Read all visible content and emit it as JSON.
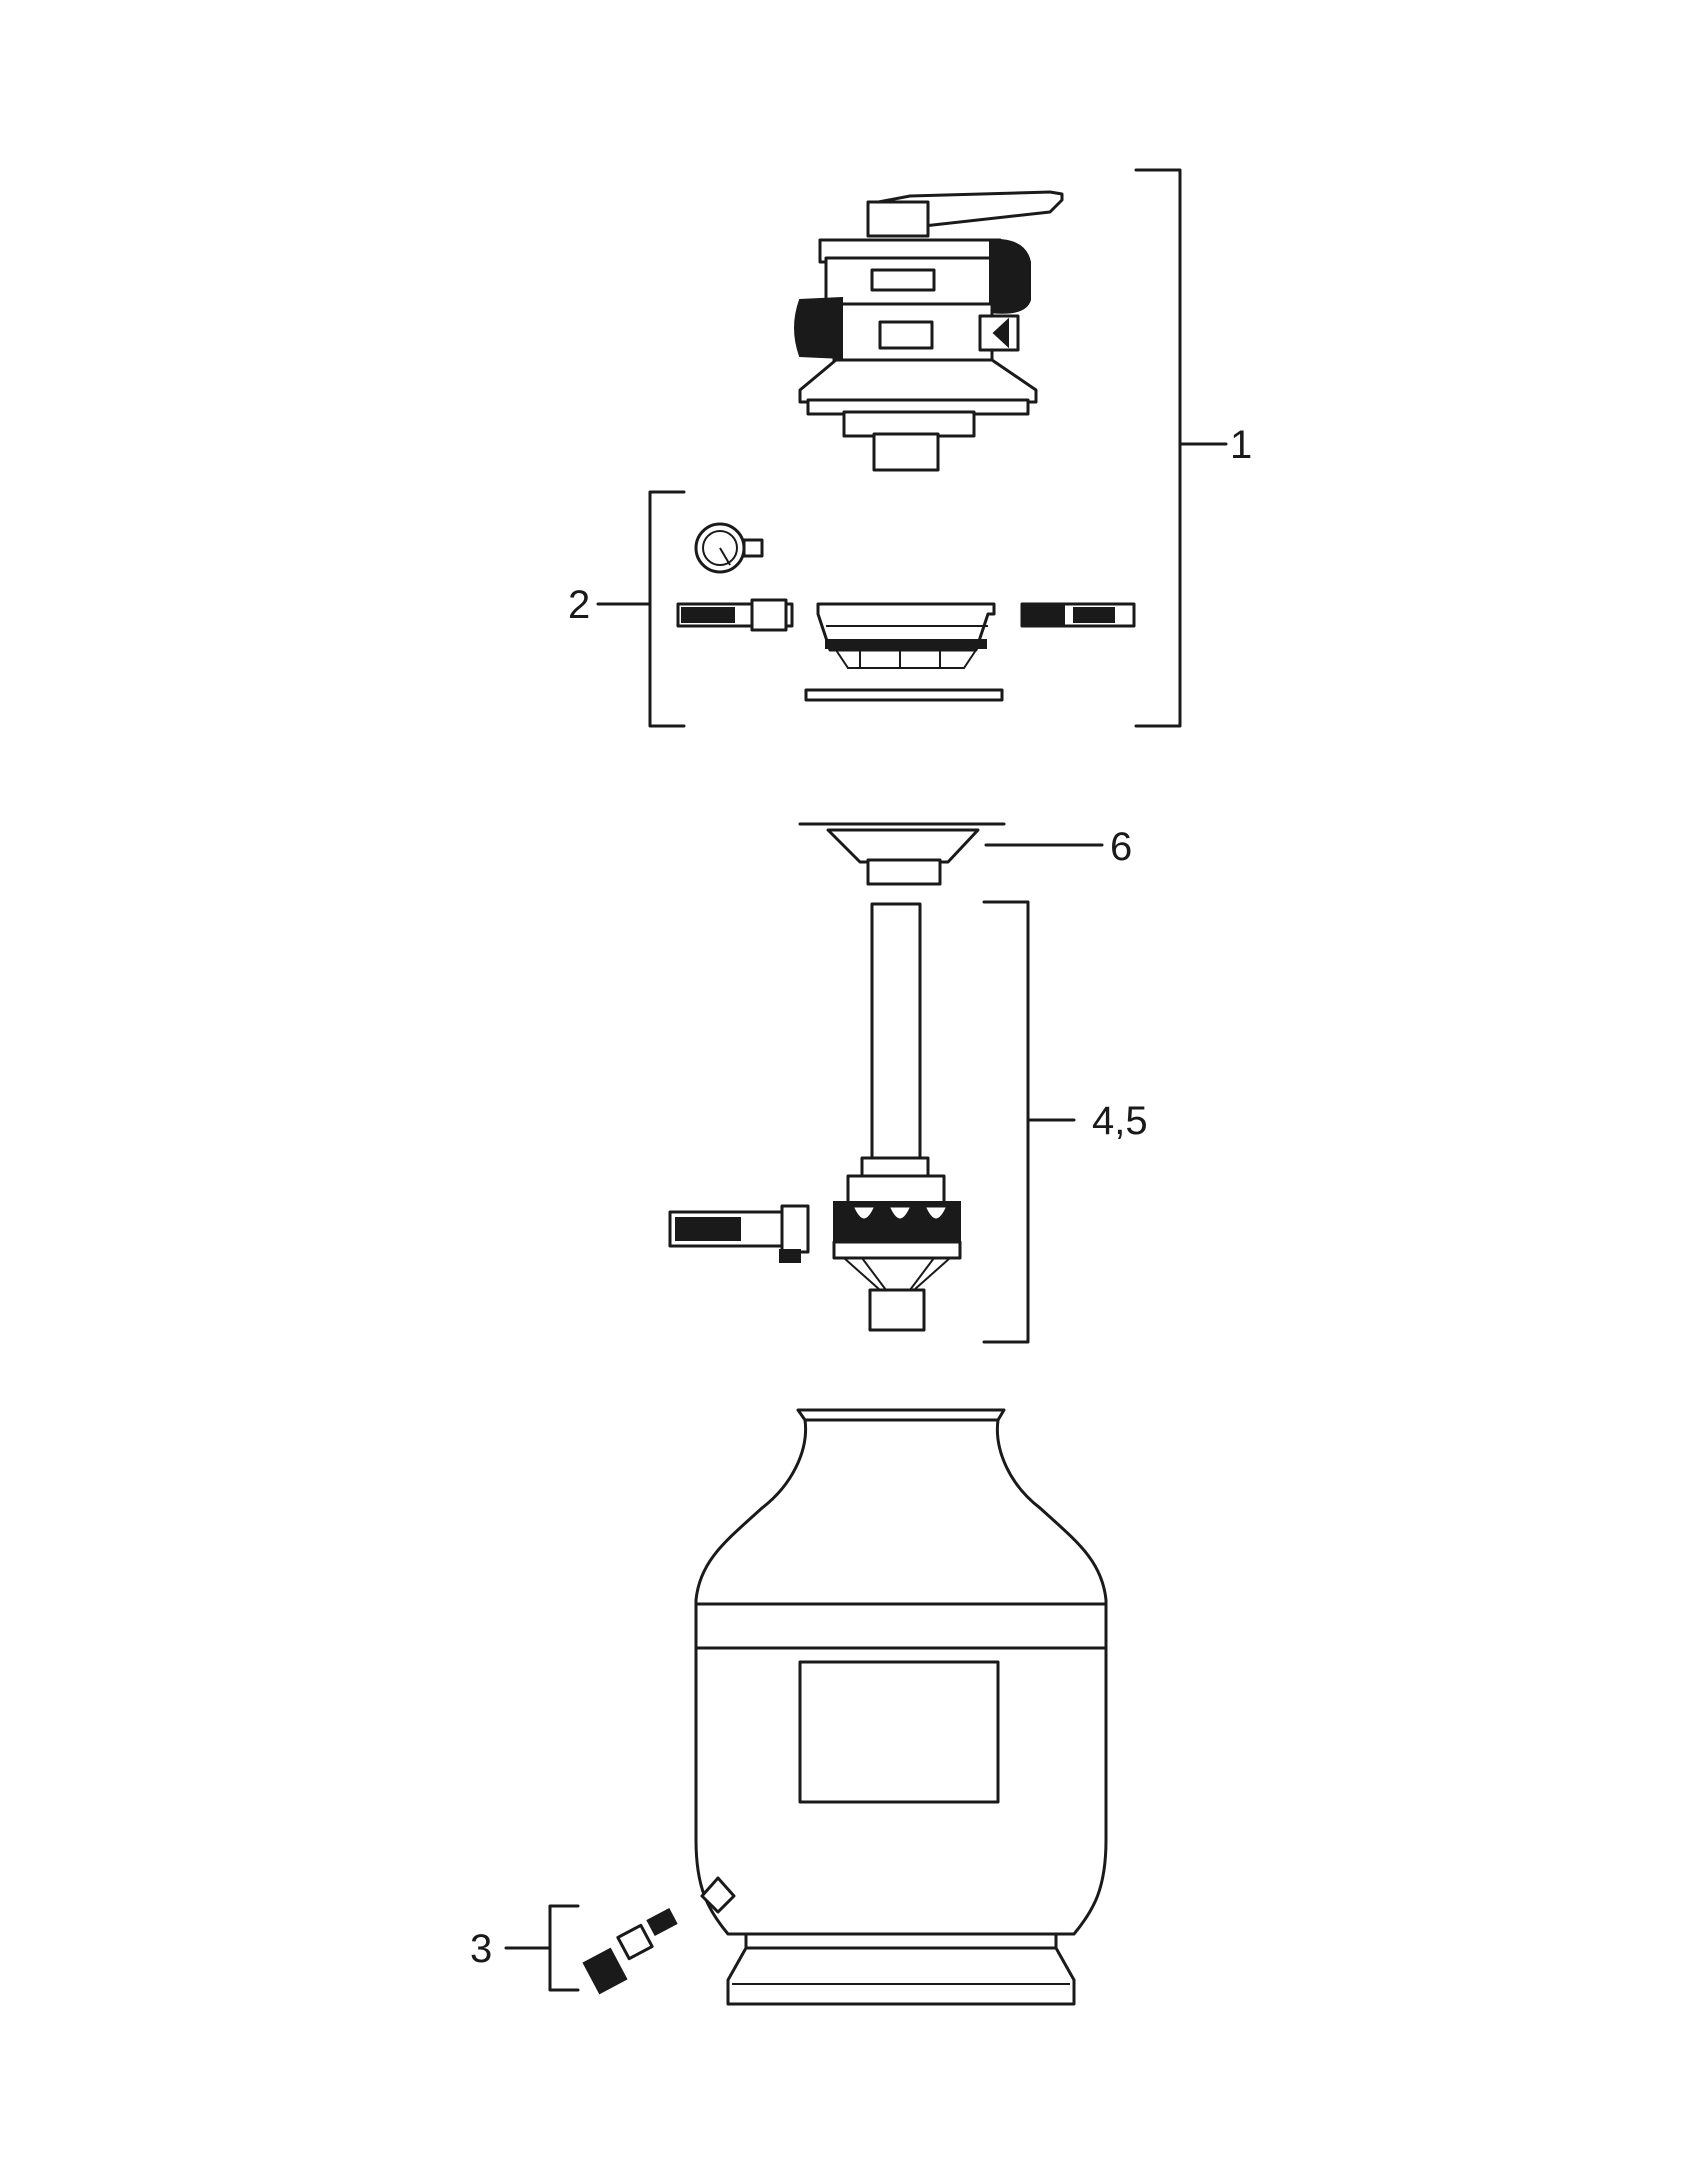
{
  "callouts": {
    "valve_assembly": "1",
    "valve_accessories": "2",
    "drain_assembly": "3",
    "lateral_assembly": "4,5",
    "tank_flange": "6"
  },
  "colors": {
    "line": "#1a1a1a",
    "background": "#ffffff"
  }
}
